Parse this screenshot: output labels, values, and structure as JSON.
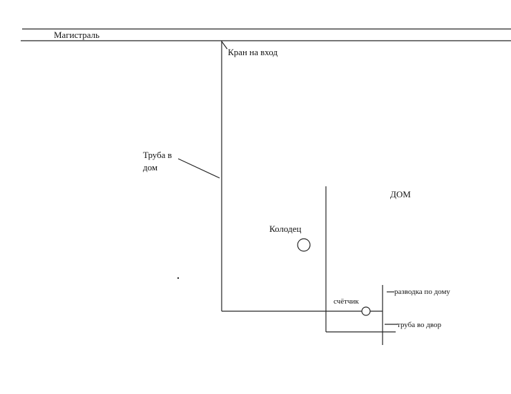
{
  "labels": {
    "main_line": "Магистраль",
    "inlet_valve": "Кран на вход",
    "house_pipe_line1": "Труба в",
    "house_pipe_line2": "дом",
    "house": "ДОМ",
    "well": "Колодец",
    "meter": "счётчик",
    "house_distribution": "разводка по дому",
    "yard_pipe": "труба во двор"
  }
}
